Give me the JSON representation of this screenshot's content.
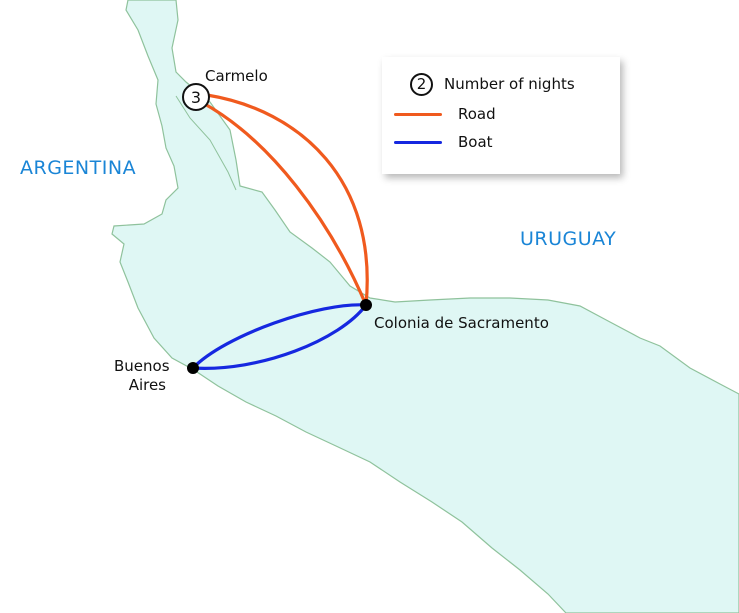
{
  "countries": [
    {
      "id": "argentina",
      "label": "ARGENTINA"
    },
    {
      "id": "uruguay",
      "label": "URUGUAY"
    }
  ],
  "places": [
    {
      "id": "carmelo",
      "label": "Carmelo",
      "nights": "3"
    },
    {
      "id": "colonia",
      "label": "Colonia de Sacramento"
    },
    {
      "id": "buenos-aires",
      "label_line1": "Buenos",
      "label_line2": "Aires"
    }
  ],
  "legend": {
    "nights_sample": "2",
    "nights_label": "Number of nights",
    "road_label": "Road",
    "boat_label": "Boat"
  },
  "colors": {
    "water": "#dff7f4",
    "border": "#8fc29c",
    "road": "#f05a1e",
    "boat": "#1628e0",
    "country_label": "#1a85d6",
    "land": "#ffffff"
  }
}
